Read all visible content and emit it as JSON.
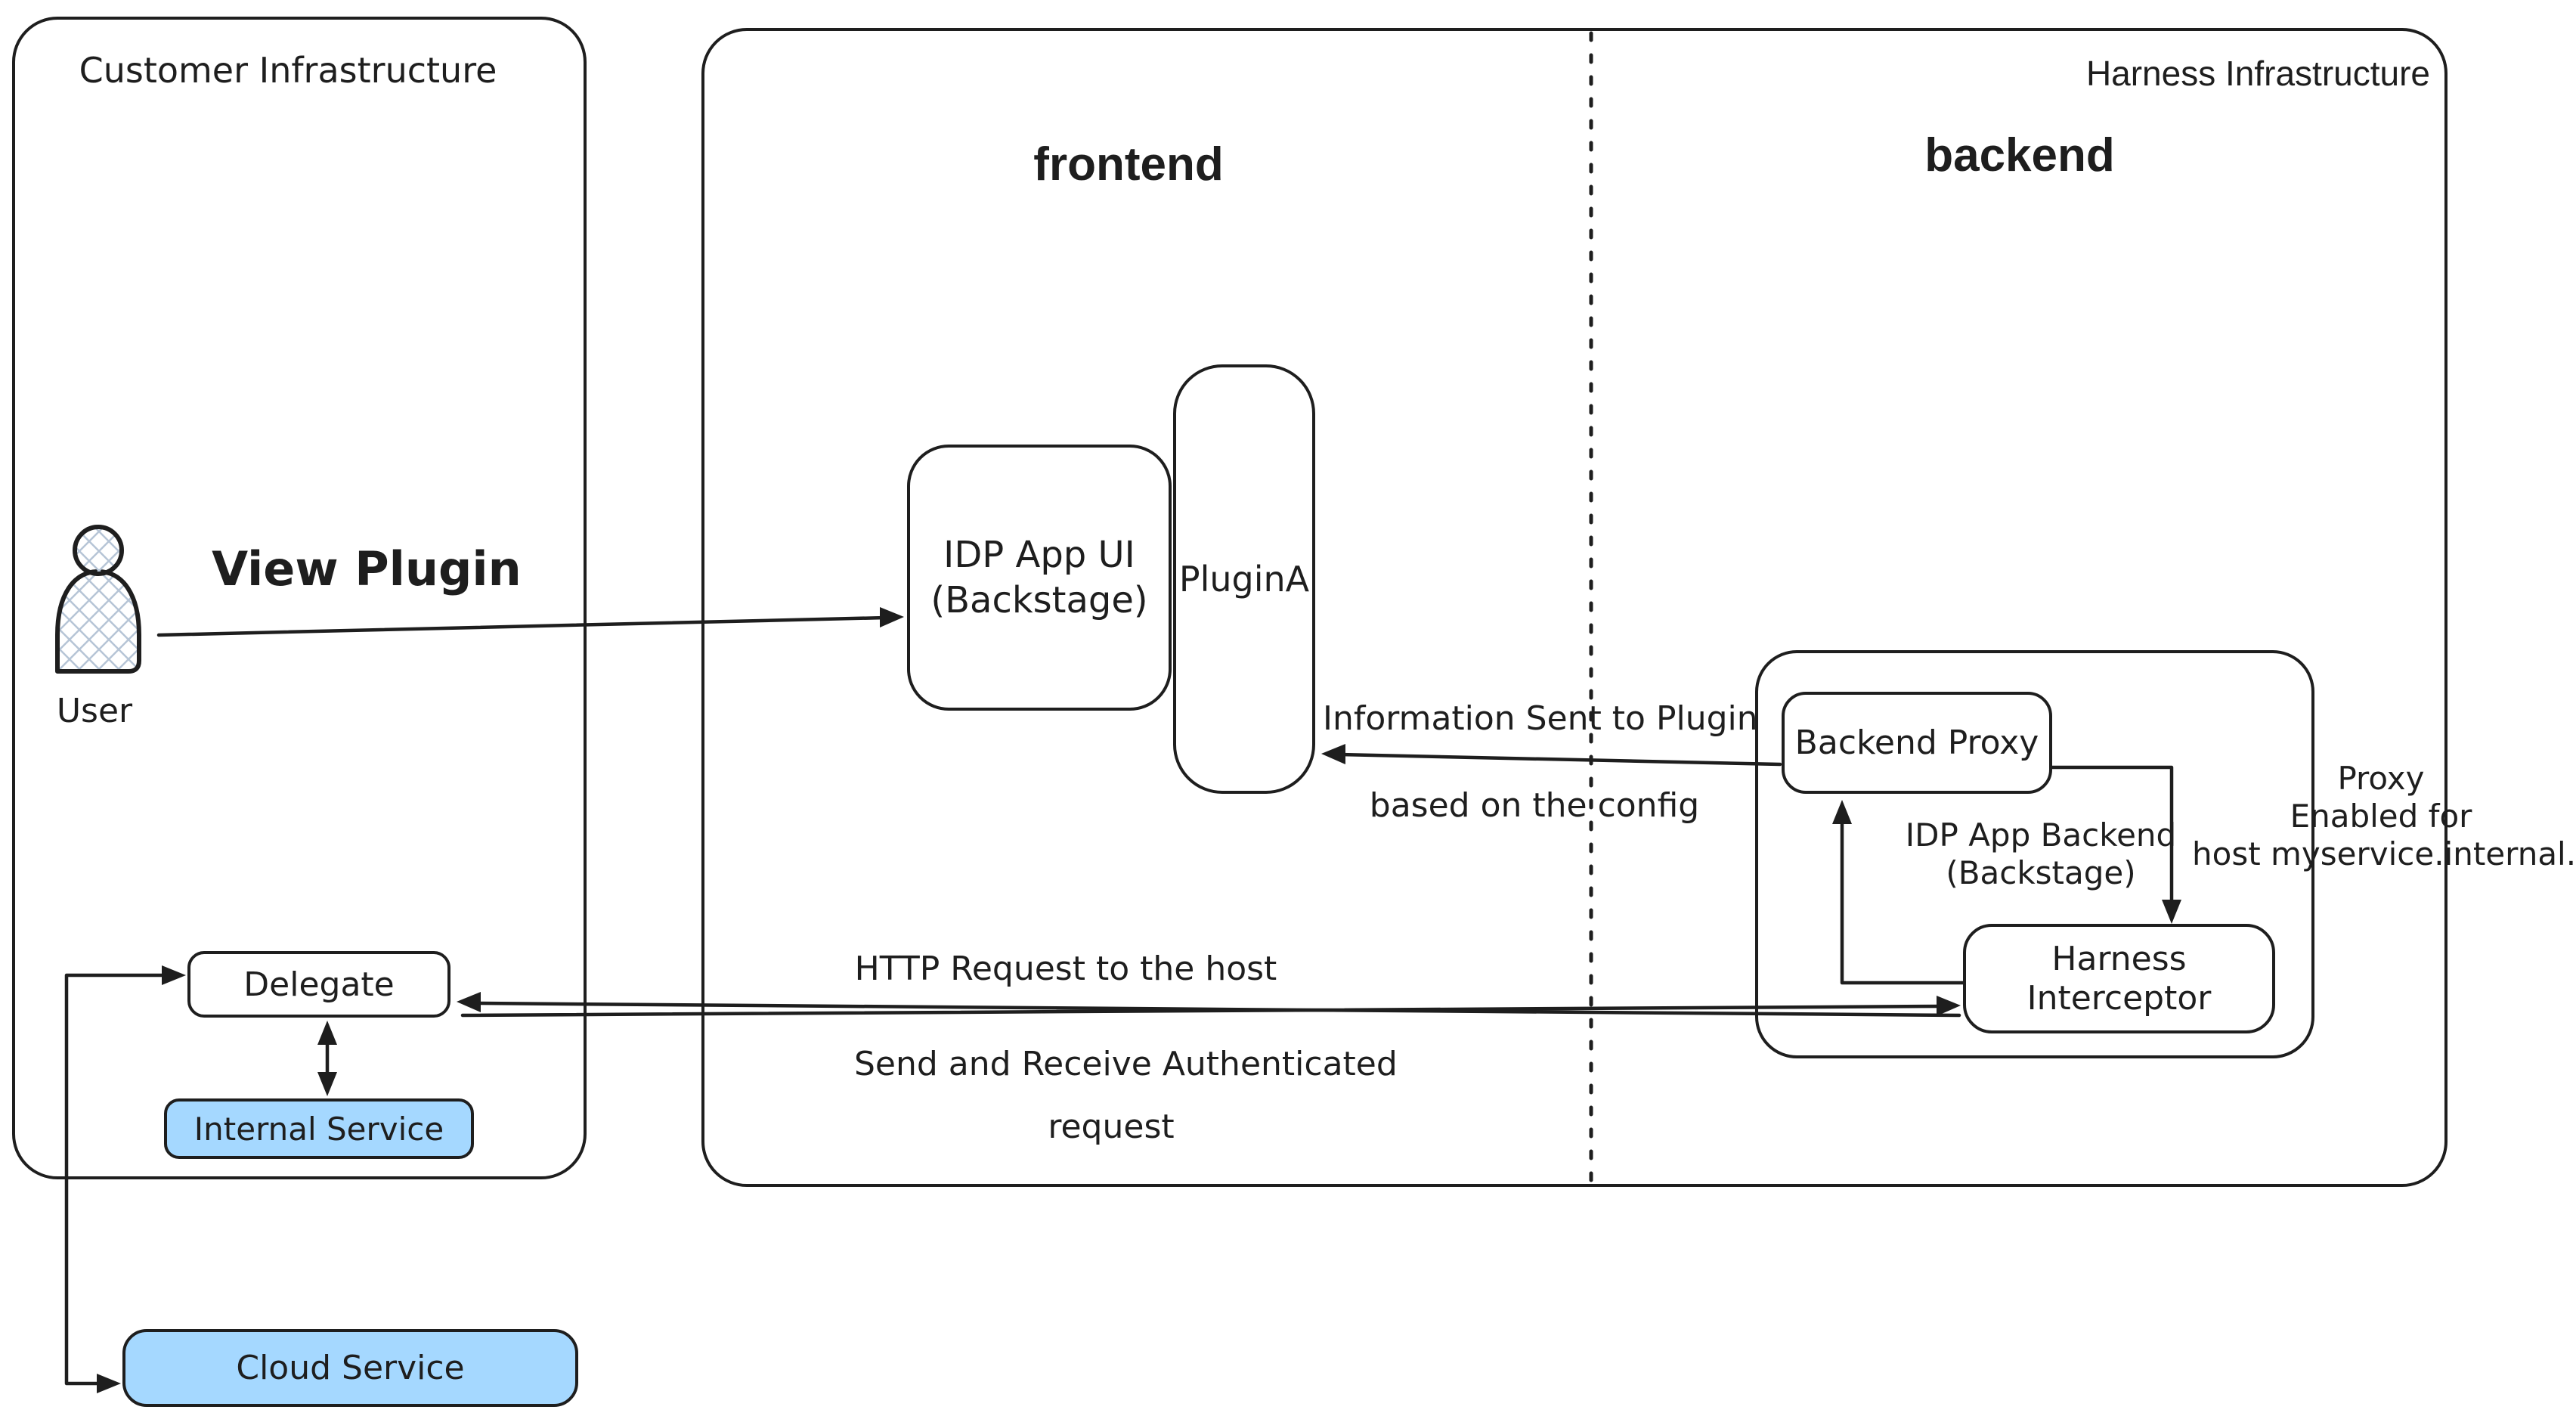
{
  "customer": {
    "title": "Customer Infrastructure",
    "user": "User",
    "view_plugin": "View Plugin",
    "delegate": "Delegate",
    "internal_service": "Internal Service",
    "cloud_service": "Cloud Service"
  },
  "harness": {
    "title": "Harness Infrastructure",
    "frontend": "frontend",
    "backend": "backend",
    "idp_app_ui": {
      "line1": "IDP App UI",
      "line2": "(Backstage)"
    },
    "plugin_a": "PluginA",
    "backend_proxy": "Backend Proxy",
    "idp_app_backend": {
      "line1": "IDP App Backend",
      "line2": "(Backstage)"
    },
    "interceptor": {
      "line1": "Harness",
      "line2": "Interceptor"
    }
  },
  "annotations": {
    "info_sent": {
      "line1": "Information Sent to Plugin",
      "line2": "based on the config"
    },
    "proxy_enabled": {
      "line1": "Proxy",
      "line2": "Enabled for",
      "line3": "host myservice.internal.net"
    },
    "http_request": "HTTP Request to the host",
    "send_receive": {
      "line1": "Send and Receive Authenticated",
      "line2": "request"
    }
  },
  "colors": {
    "stroke": "#1e1e1e",
    "service_fill": "#a5d8ff",
    "background": "#ffffff"
  }
}
